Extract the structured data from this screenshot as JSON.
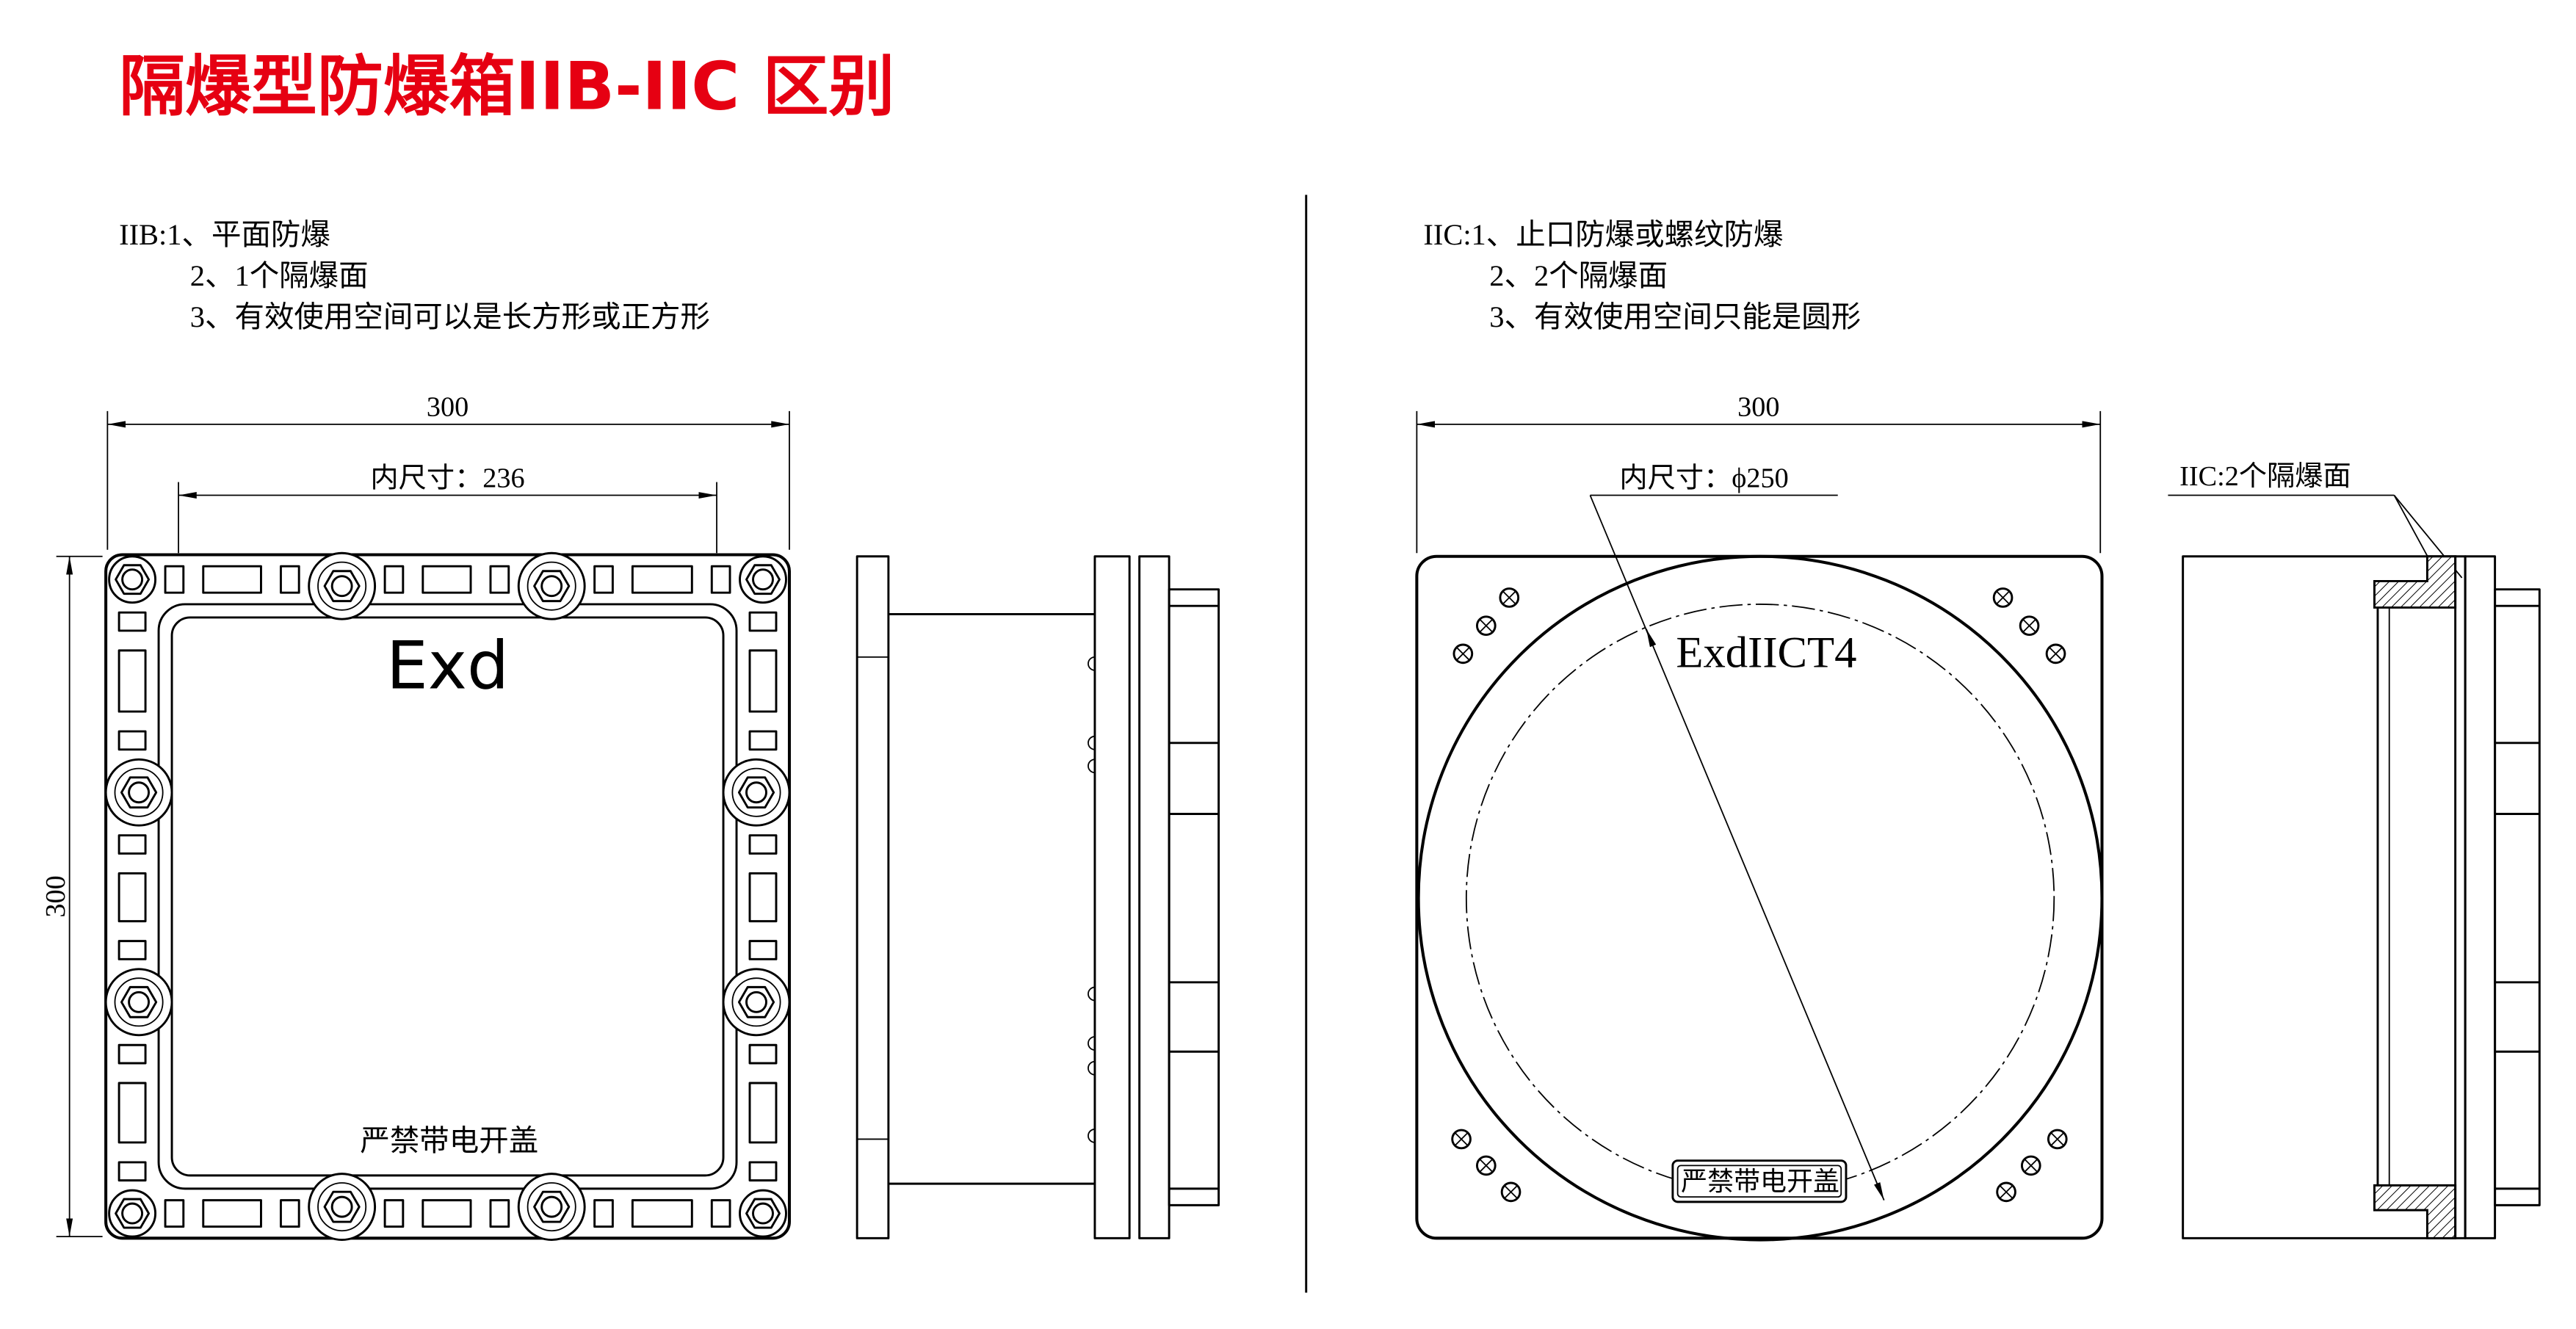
{
  "title": "隔爆型防爆箱IIB-IIC 区别",
  "colors": {
    "title": "#e60012",
    "line": "#000000"
  },
  "iib": {
    "notes": [
      "IIB:1、平面防爆",
      "2、1个隔爆面",
      "3、有效使用空间可以是长方形或正方形"
    ],
    "front_view": {
      "width_dim": "300",
      "inner_dim": "内尺寸：236",
      "height_dim": "300",
      "marking": "Exd",
      "warning": "严禁带电开盖"
    }
  },
  "iic": {
    "notes": [
      "IIC:1、止口防爆或螺纹防爆",
      "2、2个隔爆面",
      "3、有效使用空间只能是圆形"
    ],
    "front_view": {
      "width_dim": "300",
      "inner_dim": "内尺寸：ϕ250",
      "marking": "ExdIICT4",
      "warning": "严禁带电开盖"
    },
    "side_view": {
      "callout": "IIC:2个隔爆面"
    }
  }
}
